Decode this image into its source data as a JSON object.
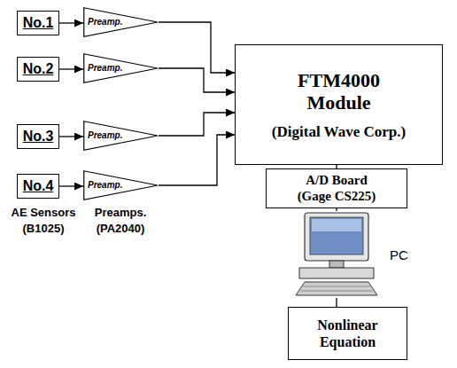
{
  "diagram": {
    "nodes": [
      {
        "text": [
          "No.1"
        ]
      },
      {
        "text": [
          "Preamp."
        ]
      },
      {
        "text": [
          "No.2"
        ]
      },
      {
        "text": [
          "Preamp."
        ]
      },
      {
        "text": [
          "No.3"
        ]
      },
      {
        "text": [
          "Preamp."
        ]
      },
      {
        "text": [
          "No.4"
        ]
      },
      {
        "text": [
          "Preamp."
        ]
      },
      {
        "text": [
          "FTM4000 Module",
          "(Digital Wave Corp.)"
        ]
      },
      {
        "text": [
          "A/D Board",
          "(Gage CS225)"
        ]
      },
      {
        "text": [
          "PC"
        ]
      },
      {
        "text": [
          "Nonlinear Equation"
        ]
      }
    ],
    "edges": [
      {
        "from": 0,
        "to": 1,
        "arrow": "to"
      },
      {
        "from": 1,
        "to": 8,
        "arrow": "to"
      },
      {
        "from": 2,
        "to": 3,
        "arrow": "to"
      },
      {
        "from": 3,
        "to": 8,
        "arrow": "to"
      },
      {
        "from": 4,
        "to": 5,
        "arrow": "to"
      },
      {
        "from": 5,
        "to": 8,
        "arrow": "to"
      },
      {
        "from": 6,
        "to": 7,
        "arrow": "to"
      },
      {
        "from": 7,
        "to": 8,
        "arrow": "to"
      },
      {
        "from": 8,
        "to": 9,
        "arrow": "none"
      },
      {
        "from": 9,
        "to": 10,
        "arrow": "none"
      },
      {
        "from": 10,
        "to": 11,
        "arrow": "none"
      }
    ],
    "labels": [
      "AE Sensors",
      "(B1025)",
      "Preamps.",
      "(PA2040)"
    ]
  }
}
